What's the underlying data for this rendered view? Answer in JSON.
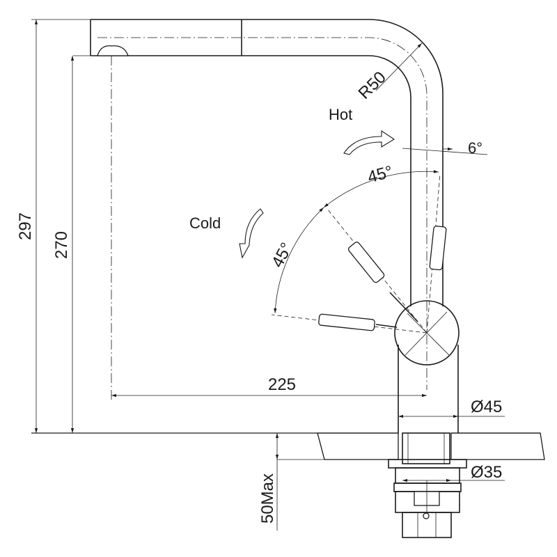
{
  "labels": {
    "height_total": "297",
    "height_spout": "270",
    "reach": "225",
    "radius": "R50",
    "hot": "Hot",
    "cold": "Cold",
    "angle_small": "6°",
    "angle_hot": "45°",
    "angle_cold": "45°",
    "dia_body": "Ø45",
    "dia_shank": "Ø35",
    "max_thickness": "50Max"
  }
}
